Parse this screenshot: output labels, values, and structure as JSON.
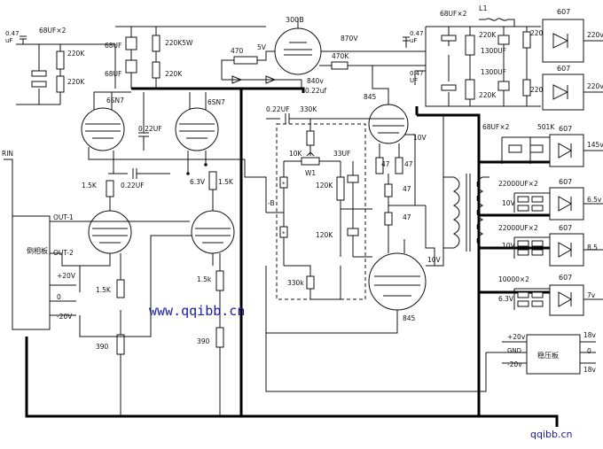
{
  "tubes": {
    "v300b": "300B",
    "v6sn7_left": "6SN7",
    "v6sn7_right": "6SN7",
    "v845_top": "845",
    "v845_bottom": "845"
  },
  "rectifiers": {
    "r1": "607",
    "r2": "607",
    "r3": "607",
    "r4": "607",
    "r5": "607",
    "r6": "607"
  },
  "outputs": {
    "o1": "220v",
    "o2": "220v",
    "o3": "145v",
    "o4": "6.5v",
    "o5": "8.5",
    "o6": "7v"
  },
  "regulator": {
    "label": "稳压板",
    "in_pos": "+20v",
    "in_gnd": "GND",
    "in_neg": "-20v",
    "out_pos": "18v",
    "out_zero": "0",
    "out_neg": "18v"
  },
  "phase_board": {
    "label": "倒相板",
    "in": "RIN",
    "out1": "OUT-1",
    "out2": "OUT-2",
    "pos": "+20V",
    "zero": "0",
    "neg": "-20V"
  },
  "labels": {
    "cap_047_tl": "0.47",
    "cap_uf_tl": "uF",
    "cap_68x2_tl": "68UF×2",
    "r220k_a": "220K",
    "r220k_b": "220K",
    "c68uf_a": "68UF",
    "c68uf_b": "68UF",
    "r220k5w": "220K5W",
    "r220k_c": "220K",
    "r470": "470",
    "v5v": "5V",
    "v870": "870V",
    "v840": "840v",
    "c022_top": "0.22uf",
    "r470k": "470K",
    "c68x2_top": "68UF×2",
    "l1": "L1",
    "r220k_d": "220K",
    "c1300_a": "1300UF",
    "c1300_b": "1300UF",
    "r220k_e": "220K",
    "r220k_f": "220K",
    "r220k_g": "220K",
    "c047_r1": "0.47",
    "uf_r1": "uF",
    "c047_r2": "0.47",
    "uf_r2": "UF",
    "c022_mid": "0.22UF",
    "c022_lower": "0.22UF",
    "v63": "6.3V",
    "r15k_a": "1.5K",
    "r15k_b": "1.5K",
    "c022_845": "0.22UF",
    "r330k_top": "330K",
    "r10k": "10K",
    "w1": "W1",
    "c33uf": "33UF",
    "r120k_a": "120K",
    "r120k_b": "120K",
    "r330k_bot": "330k",
    "neg_b": "-B",
    "v10v_a": "10V",
    "v10v_b": "10V",
    "r47_a": "47",
    "r47_b": "47",
    "r47_c": "47",
    "r47_d": "47",
    "r15k_c": "1.5K",
    "r15k_d": "1.5k",
    "r390_a": "390",
    "r390_b": "390",
    "c68x2_145": "68UF×2",
    "r501k": "501K",
    "c22000_a": "22000UF×2",
    "c22000_b": "22000UF×2",
    "c10000": "10000×2",
    "v10v_c": "10V",
    "v10v_d": "10V",
    "v63b": "6.3V"
  },
  "watermarks": {
    "main": "www.qqibb.cn",
    "corner": "qqibb.cn"
  }
}
